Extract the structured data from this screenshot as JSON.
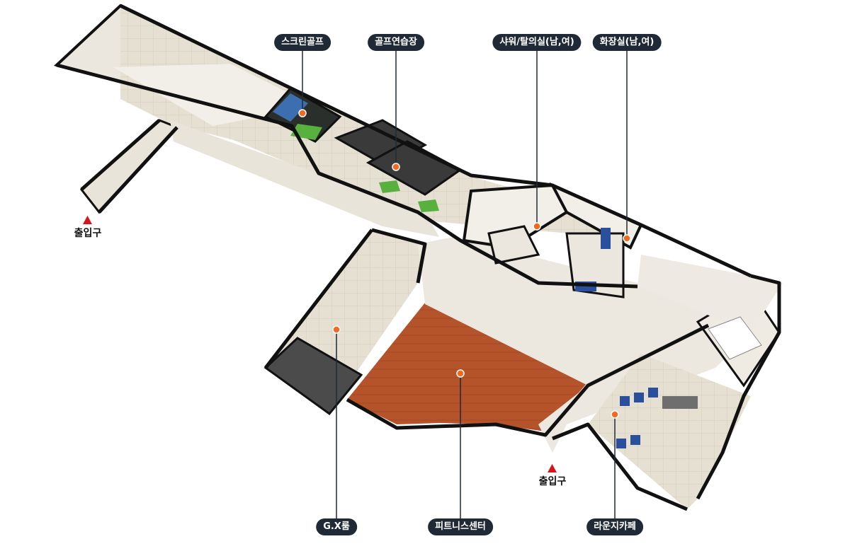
{
  "labels": {
    "screen_golf": "스크린골프",
    "golf_range": "골프연습장",
    "shower_locker": "샤워/탈의실(남,여)",
    "restroom": "화장실(남,여)",
    "gx_room": "G.X룸",
    "fitness_center": "피트니스센터",
    "lounge_cafe": "라운지카페"
  },
  "entrances": {
    "west": "출입구",
    "south": "출입구"
  },
  "colors": {
    "tag_bg": "#1f2a36",
    "marker": "#f26a21",
    "entrance_arrow": "#d7141c",
    "fitness_floor": "#b5532b",
    "wall": "#111111",
    "floor": "#e3ddd0"
  }
}
